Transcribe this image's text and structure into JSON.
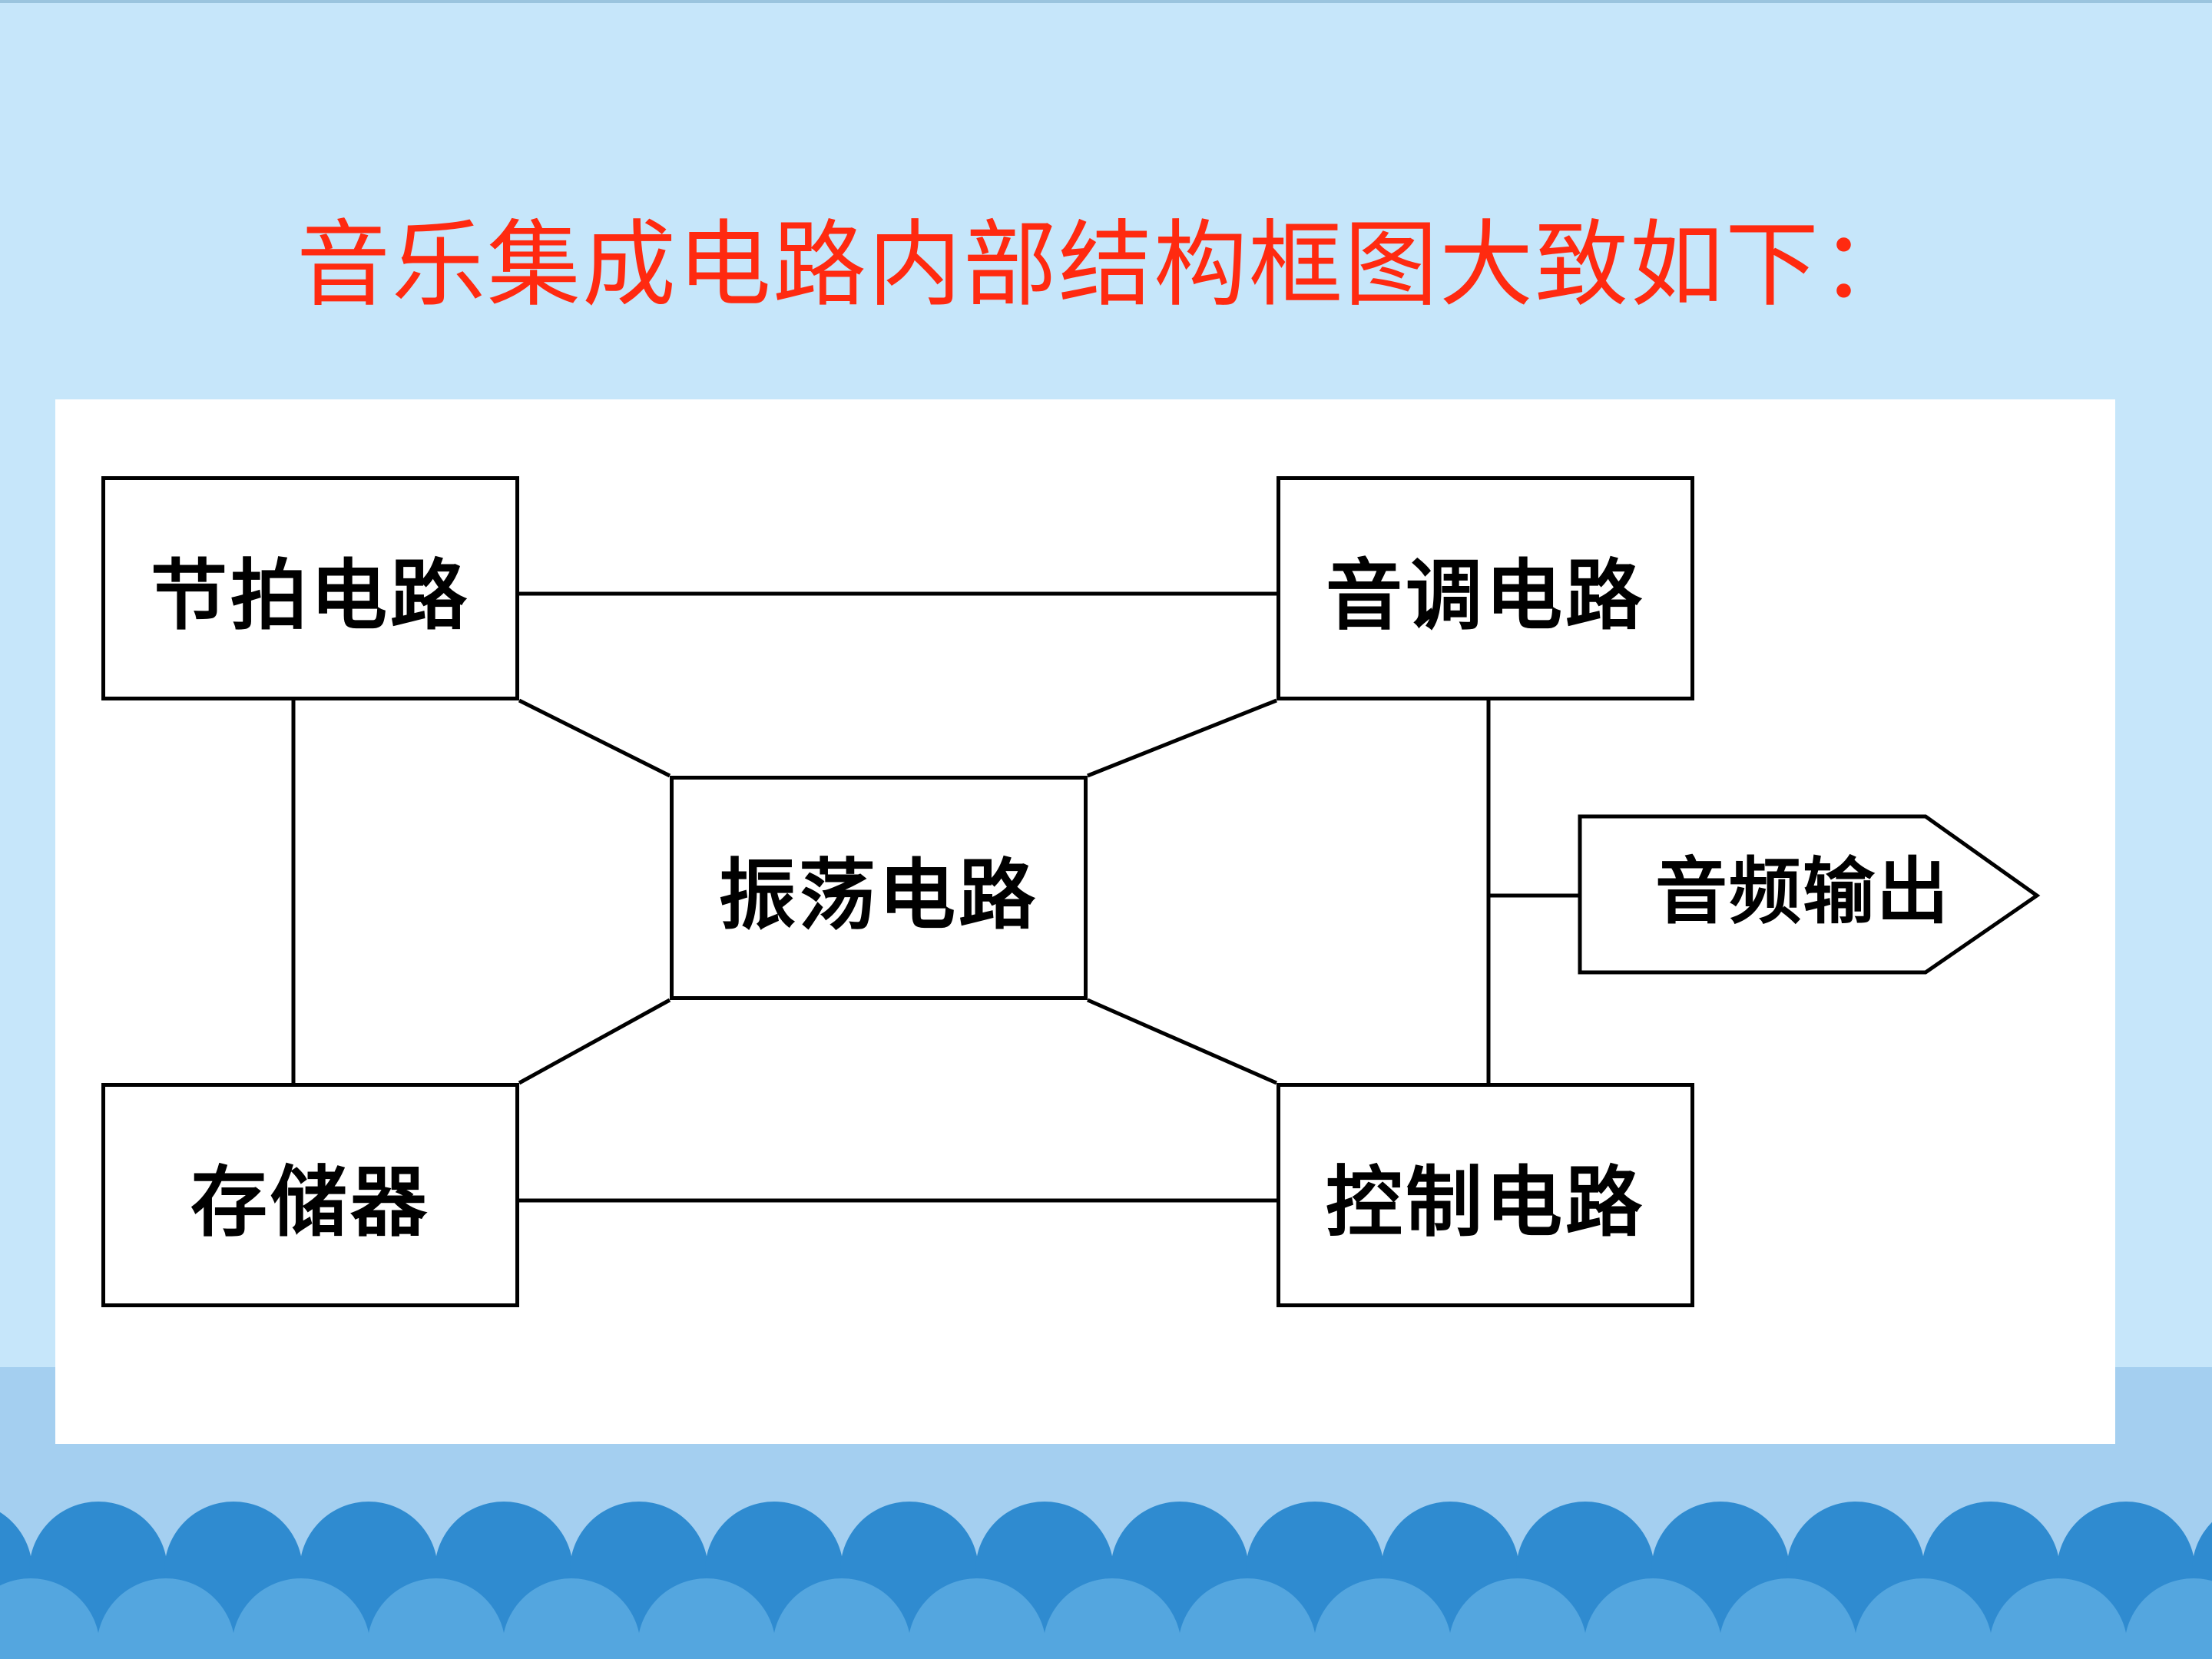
{
  "slide": {
    "title": "音乐集成电路内部结构框图大致如下："
  },
  "diagram": {
    "blocks": {
      "beat": "节拍电路",
      "tone": "音调电路",
      "oscillator": "振荡电路",
      "memory": "存储器",
      "control": "控制电路",
      "audio_out": "音频输出"
    }
  },
  "colors": {
    "background": "#c6e6fa",
    "title": "#ff2a10",
    "wave_dark": "#2f8bd0",
    "wave_light": "#54a6df"
  }
}
